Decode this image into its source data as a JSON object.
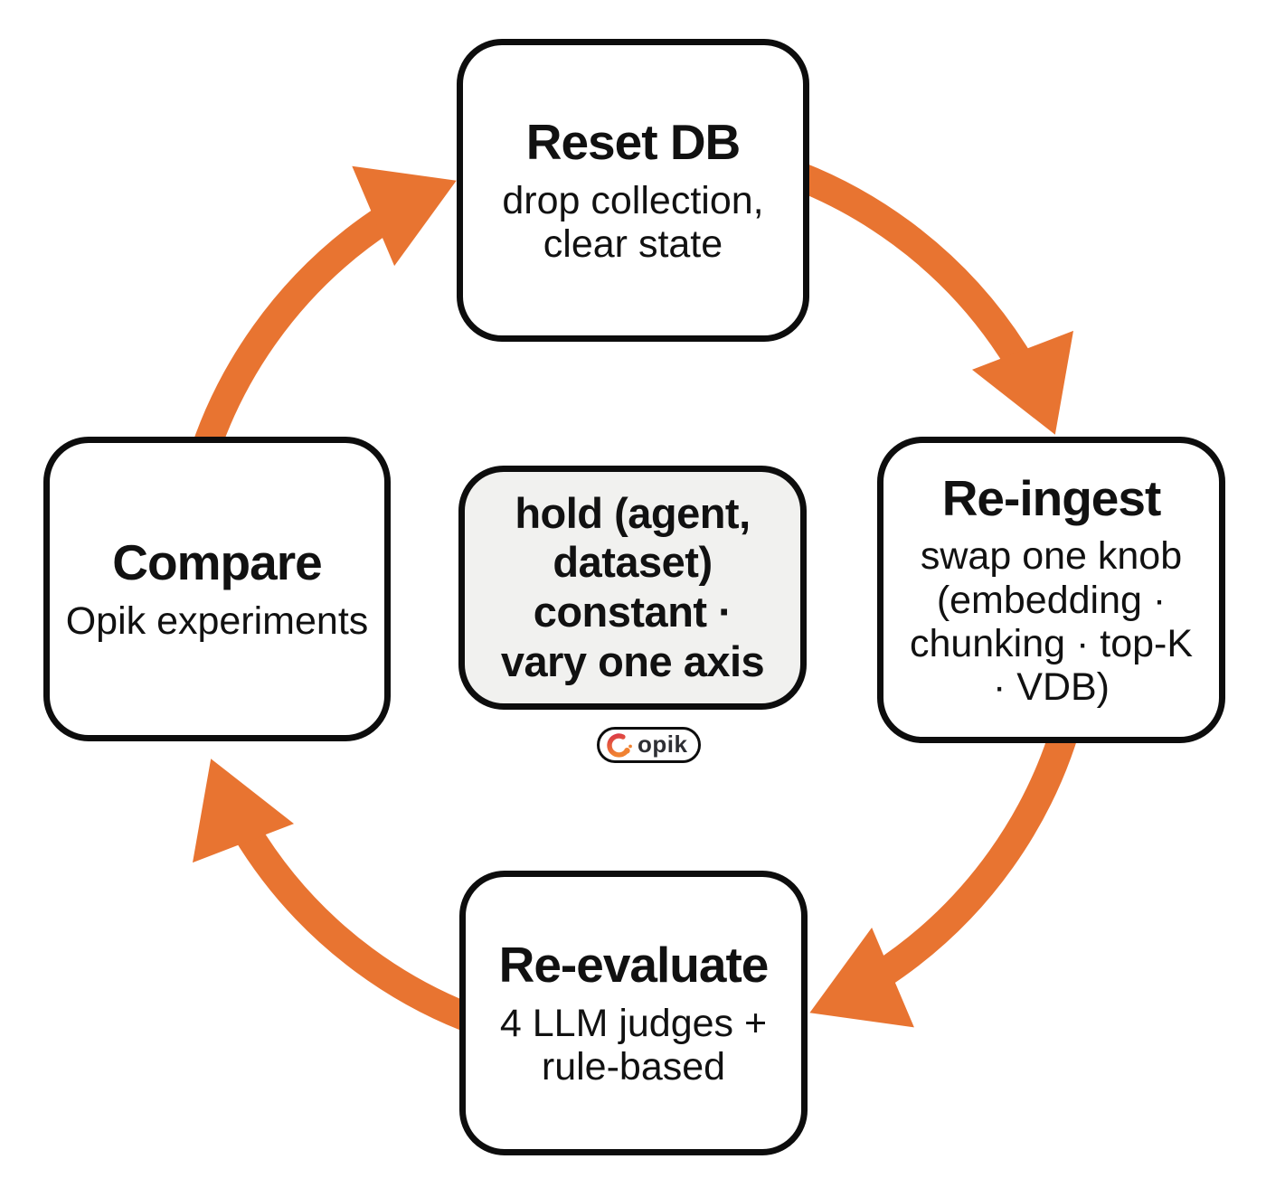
{
  "colors": {
    "background": "#ffffff",
    "arrow": "#E87431",
    "line": "#0D0D0D",
    "text": "#111111",
    "center_fill": "#F1F1EF",
    "logo_text": "#2E2F34",
    "logo_grad_start": "#DB3A47",
    "logo_grad_end": "#F08232"
  },
  "nodes": {
    "reset_db": {
      "title": "Reset DB",
      "subtitle": "drop collection,\nclear state"
    },
    "re_ingest": {
      "title": "Re-ingest",
      "subtitle": "swap one knob\n(embedding ·\nchunking · top-K\n· VDB)"
    },
    "re_evaluate": {
      "title": "Re-evaluate",
      "subtitle": "4 LLM judges +\nrule-based"
    },
    "compare": {
      "title": "Compare",
      "subtitle": "Opik experiments"
    }
  },
  "center": {
    "text": "hold (agent,\ndataset)\nconstant ·\nvary one axis"
  },
  "logo": {
    "icon": "opik-ring-icon",
    "text": "opik"
  }
}
